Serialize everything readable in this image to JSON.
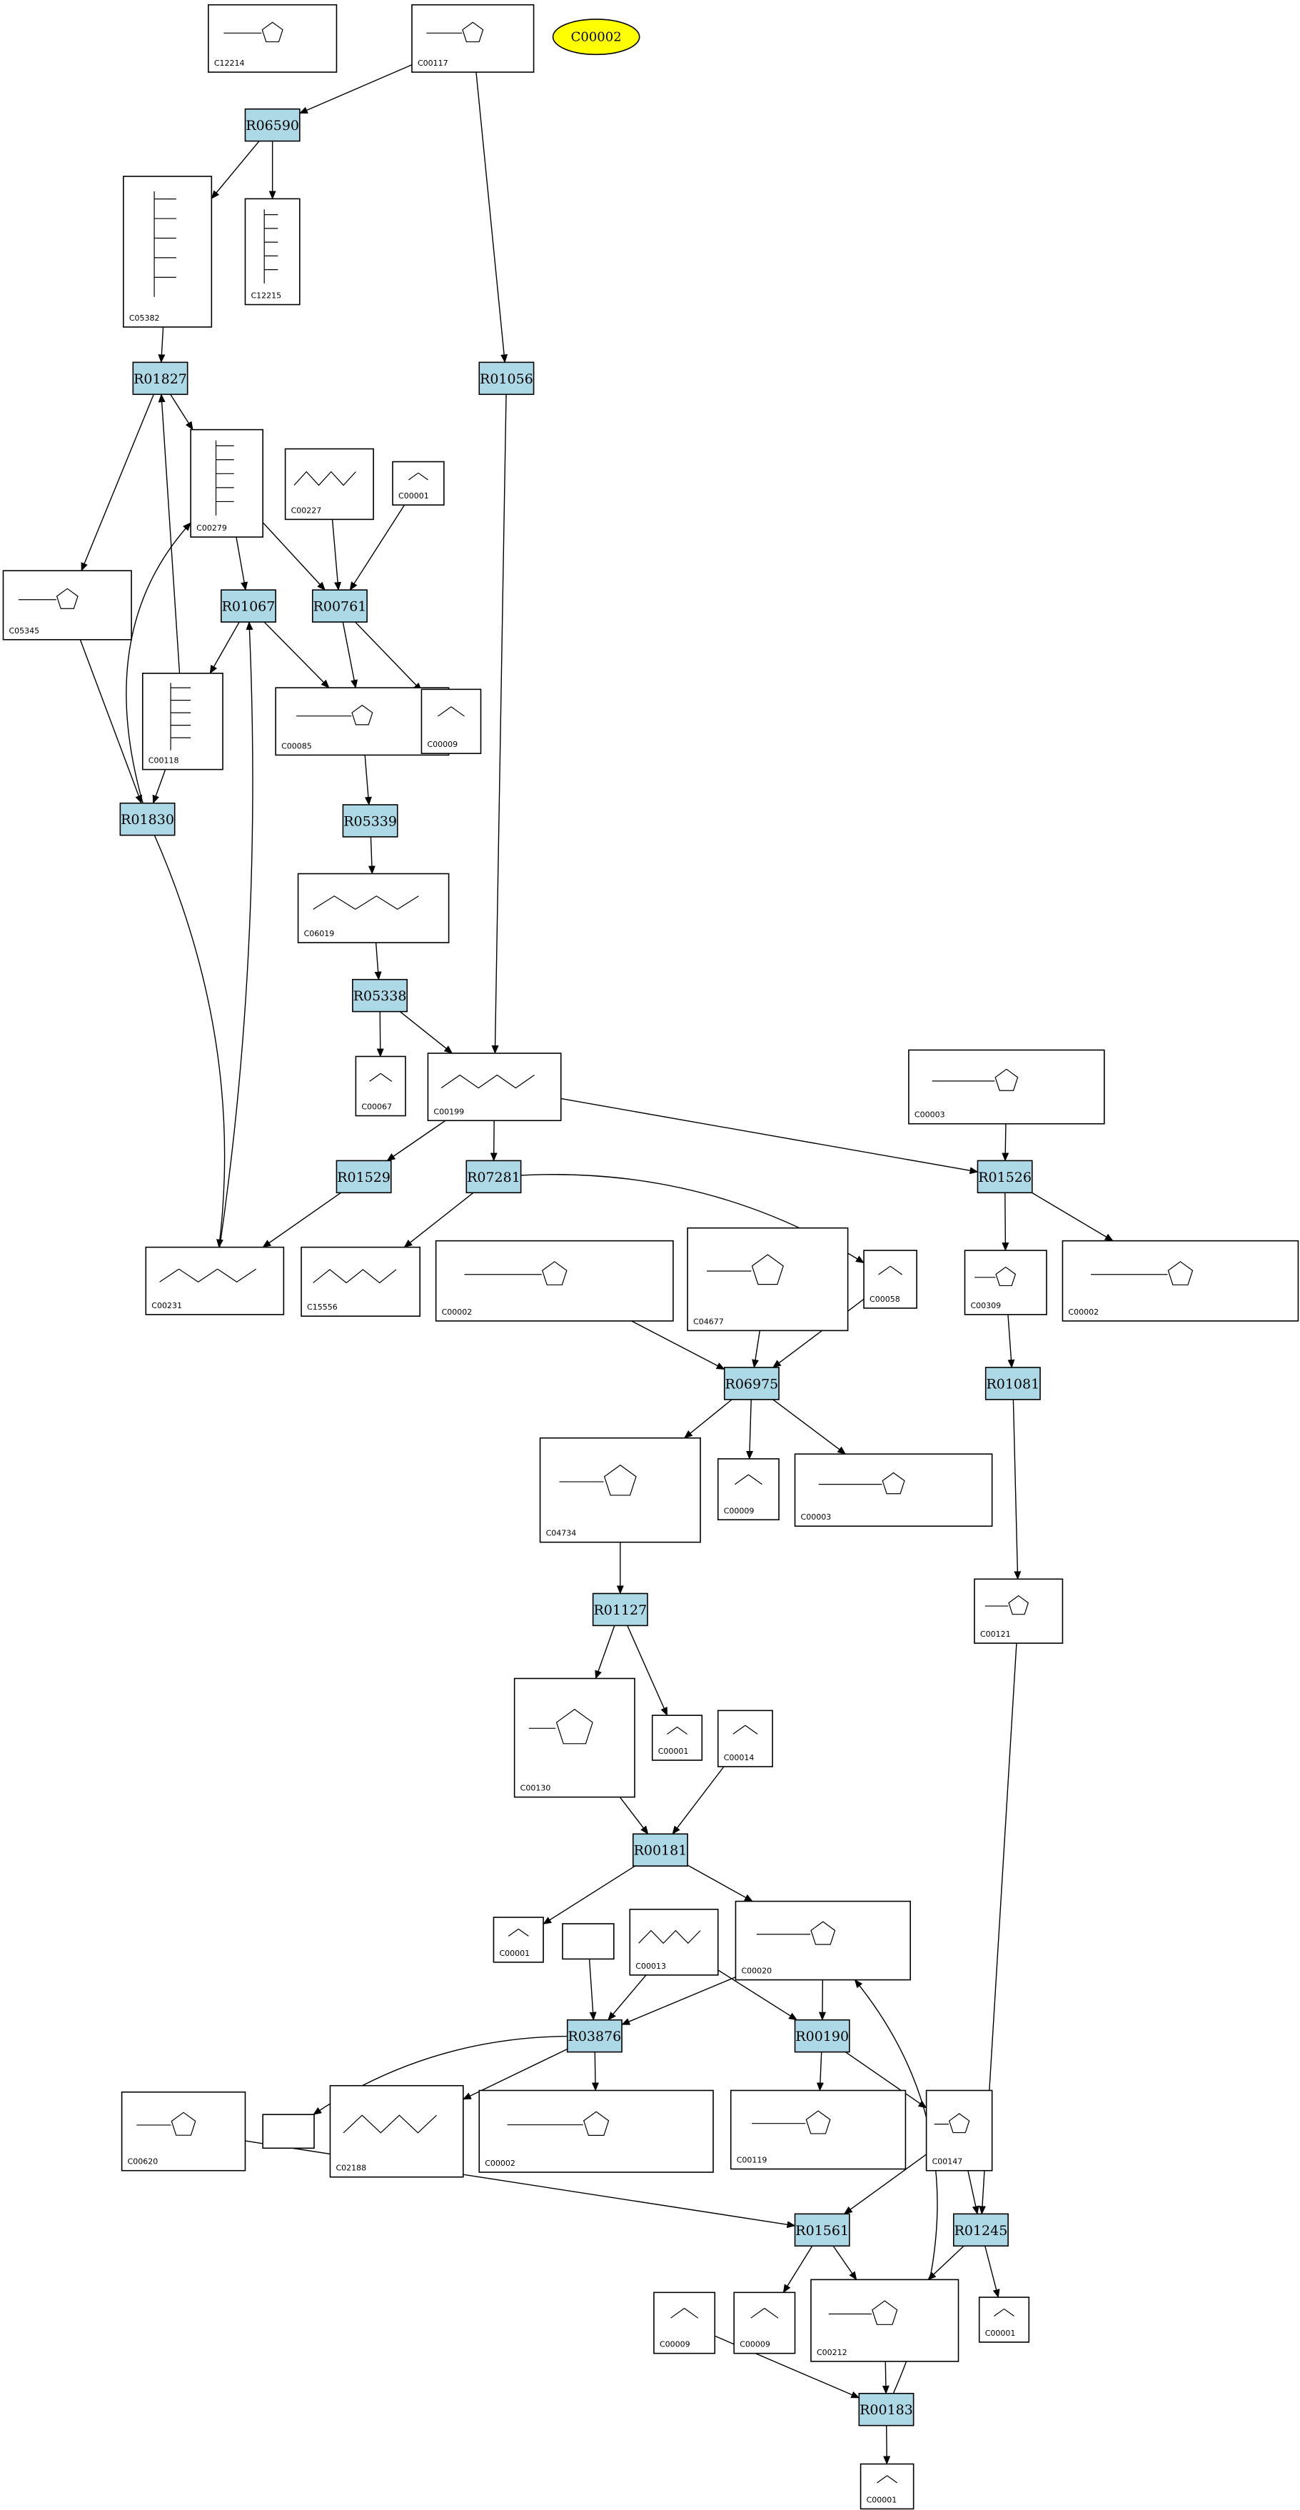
{
  "highlight": {
    "id": "C00002",
    "color": "#ffff00"
  },
  "colors": {
    "reaction_fill": "#add8e6",
    "compound_fill": "#ffffff",
    "stroke": "#000000"
  },
  "compounds": [
    {
      "key": "c12214",
      "id": "C12214"
    },
    {
      "key": "c00117",
      "id": "C00117"
    },
    {
      "key": "c05382",
      "id": "C05382"
    },
    {
      "key": "c12215",
      "id": "C12215"
    },
    {
      "key": "c00279",
      "id": "C00279"
    },
    {
      "key": "c00227",
      "id": "C00227"
    },
    {
      "key": "c00001a",
      "id": "C00001"
    },
    {
      "key": "c05345",
      "id": "C05345"
    },
    {
      "key": "c00118",
      "id": "C00118"
    },
    {
      "key": "c00085",
      "id": "C00085"
    },
    {
      "key": "c00009a",
      "id": "C00009"
    },
    {
      "key": "c06019",
      "id": "C06019"
    },
    {
      "key": "c00067",
      "id": "C00067"
    },
    {
      "key": "c00199",
      "id": "C00199"
    },
    {
      "key": "c00003a",
      "id": "C00003"
    },
    {
      "key": "c00231",
      "id": "C00231"
    },
    {
      "key": "c15556",
      "id": "C15556"
    },
    {
      "key": "c00002a",
      "id": "C00002"
    },
    {
      "key": "c04677",
      "id": "C04677"
    },
    {
      "key": "c00058",
      "id": "C00058"
    },
    {
      "key": "c00309",
      "id": "C00309"
    },
    {
      "key": "c00002b",
      "id": "C00002"
    },
    {
      "key": "c04734",
      "id": "C04734"
    },
    {
      "key": "c00009b",
      "id": "C00009"
    },
    {
      "key": "c00003b",
      "id": "C00003"
    },
    {
      "key": "c00121",
      "id": "C00121"
    },
    {
      "key": "c00130",
      "id": "C00130"
    },
    {
      "key": "c00001b",
      "id": "C00001"
    },
    {
      "key": "c00014",
      "id": "C00014"
    },
    {
      "key": "c00001c",
      "id": "C00001"
    },
    {
      "key": "cblank1",
      "id": ""
    },
    {
      "key": "c00013",
      "id": "C00013"
    },
    {
      "key": "c00020",
      "id": "C00020"
    },
    {
      "key": "c00620",
      "id": "C00620"
    },
    {
      "key": "cblank2",
      "id": ""
    },
    {
      "key": "c02188",
      "id": "C02188"
    },
    {
      "key": "c00002c",
      "id": "C00002"
    },
    {
      "key": "c00119",
      "id": "C00119"
    },
    {
      "key": "c00147",
      "id": "C00147"
    },
    {
      "key": "c00009c",
      "id": "C00009"
    },
    {
      "key": "c00009d",
      "id": "C00009"
    },
    {
      "key": "c00212",
      "id": "C00212"
    },
    {
      "key": "c00001d",
      "id": "C00001"
    },
    {
      "key": "c00001e",
      "id": "C00001"
    }
  ],
  "reactions": [
    {
      "key": "r06590",
      "id": "R06590"
    },
    {
      "key": "r01827",
      "id": "R01827"
    },
    {
      "key": "r01056",
      "id": "R01056"
    },
    {
      "key": "r01067",
      "id": "R01067"
    },
    {
      "key": "r00761",
      "id": "R00761"
    },
    {
      "key": "r01830",
      "id": "R01830"
    },
    {
      "key": "r05339",
      "id": "R05339"
    },
    {
      "key": "r05338",
      "id": "R05338"
    },
    {
      "key": "r01529",
      "id": "R01529"
    },
    {
      "key": "r07281",
      "id": "R07281"
    },
    {
      "key": "r01526",
      "id": "R01526"
    },
    {
      "key": "r06975",
      "id": "R06975"
    },
    {
      "key": "r01081",
      "id": "R01081"
    },
    {
      "key": "r01127",
      "id": "R01127"
    },
    {
      "key": "r00181",
      "id": "R00181"
    },
    {
      "key": "r03876",
      "id": "R03876"
    },
    {
      "key": "r00190",
      "id": "R00190"
    },
    {
      "key": "r01561",
      "id": "R01561"
    },
    {
      "key": "r01245",
      "id": "R01245"
    },
    {
      "key": "r00183",
      "id": "R00183"
    }
  ]
}
